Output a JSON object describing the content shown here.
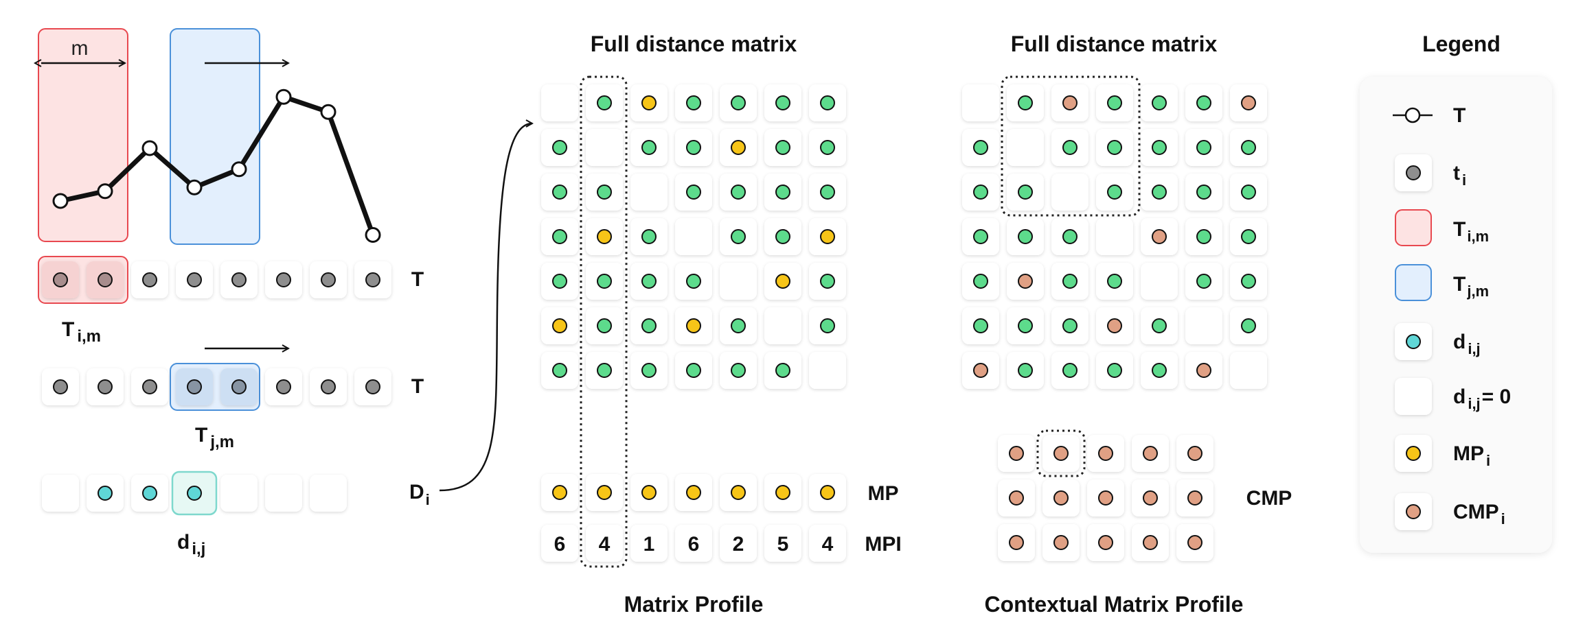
{
  "labels": {
    "window_m": "m",
    "series_T": "T",
    "sub_i": "T",
    "sub_i_idx": "i,m",
    "sub_j": "T",
    "sub_j_idx": "j,m",
    "dist_d": "d",
    "dist_d_idx": "i,j",
    "D": "D",
    "D_idx": "i",
    "mp": "MP",
    "mpi": "MPI",
    "cmp": "CMP"
  },
  "titles": {
    "full1": "Full distance matrix",
    "full2": "Full distance matrix",
    "legend": "Legend",
    "matrix_profile": "Matrix Profile",
    "contextual": "Contextual Matrix Profile"
  },
  "legend": {
    "T": "T",
    "t_main": "t",
    "t_sub": "i",
    "Tim_main": "T",
    "Tim_sub": "i,m",
    "Tjm_main": "T",
    "Tjm_sub": "j,m",
    "d_main": "d",
    "d_sub": "i,j",
    "d0_main": "d",
    "d0_sub": "i,j",
    "d0_suffix": "= 0",
    "mp_main": "MP",
    "mp_sub": "i",
    "cmp_main": "CMP",
    "cmp_sub": "i"
  },
  "colors": {
    "green": "#5ddb8c",
    "yellow": "#f7c518",
    "salmon": "#e0a084",
    "gray": "#8e8e8e",
    "cyan": "#5fd6d6",
    "red_fill": "#fde3e3",
    "red_stroke": "#e8484f",
    "blue_fill": "#e3effd",
    "blue_stroke": "#4a90d9",
    "teal_stroke": "#7ed8cd"
  },
  "matrix1": [
    [
      "E",
      "G",
      "Y",
      "G",
      "G",
      "G",
      "G"
    ],
    [
      "G",
      "E",
      "G",
      "G",
      "Y",
      "G",
      "G"
    ],
    [
      "G",
      "G",
      "E",
      "G",
      "G",
      "G",
      "G"
    ],
    [
      "G",
      "Y",
      "G",
      "E",
      "G",
      "G",
      "Y"
    ],
    [
      "G",
      "G",
      "G",
      "G",
      "E",
      "Y",
      "G"
    ],
    [
      "Y",
      "G",
      "G",
      "Y",
      "G",
      "E",
      "G"
    ],
    [
      "G",
      "G",
      "G",
      "G",
      "G",
      "G",
      "E"
    ]
  ],
  "matrix2": [
    [
      "E",
      "G",
      "S",
      "G",
      "G",
      "G",
      "S"
    ],
    [
      "G",
      "E",
      "G",
      "G",
      "G",
      "G",
      "G"
    ],
    [
      "G",
      "G",
      "E",
      "G",
      "G",
      "G",
      "G"
    ],
    [
      "G",
      "G",
      "G",
      "E",
      "S",
      "G",
      "G"
    ],
    [
      "G",
      "S",
      "G",
      "G",
      "E",
      "G",
      "G"
    ],
    [
      "G",
      "G",
      "G",
      "S",
      "G",
      "E",
      "G"
    ],
    [
      "S",
      "G",
      "G",
      "G",
      "G",
      "S",
      "E"
    ]
  ],
  "mpi_values": [
    "6",
    "4",
    "1",
    "6",
    "2",
    "5",
    "4"
  ],
  "mp_count": 7,
  "series_count": 8,
  "dist_row": [
    "E",
    "C",
    "C",
    "C",
    "E",
    "E",
    "E"
  ],
  "cmp_rows": 3,
  "cmp_cols": 5,
  "polyline_values": [
    0.2,
    0.33,
    0.9,
    0.38,
    0.62,
    1.58,
    1.38,
    -0.25
  ]
}
